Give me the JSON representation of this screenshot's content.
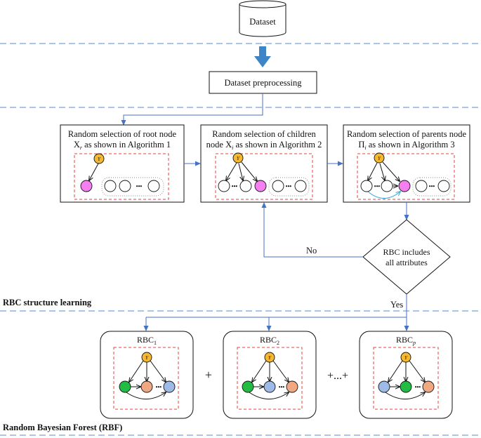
{
  "dataset": {
    "label": "Dataset"
  },
  "preprocessing": {
    "label": "Dataset preprocessing"
  },
  "steps": [
    {
      "line1": "Random selection of root node",
      "line2_sym": "X",
      "line2_sub": "r",
      "line2_rest": " as shown in Algorithm 1"
    },
    {
      "line1": "Random selection of children",
      "line2_pre": "node ",
      "line2_sym": "X",
      "line2_sub": "i",
      "line2_rest": " as shown in Algorithm 2"
    },
    {
      "line1": "Random selection of parents node",
      "line2_sym": "Π",
      "line2_sub": "i",
      "line2_rest": " as shown in Algorithm 3"
    }
  ],
  "decision": {
    "line1": "RBC includes",
    "line2": "all attributes",
    "no_label": "No",
    "yes_label": "Yes"
  },
  "node_label": "Y",
  "ellipsis": "•••",
  "sections": {
    "structure_learning": "RBC structure learning",
    "forest": "Random Bayesian Forest (RBF)"
  },
  "forest": {
    "classifiers": [
      {
        "base": "RBC",
        "sub": "1"
      },
      {
        "base": "RBC",
        "sub": "2"
      },
      {
        "base": "RBC",
        "sub": "p"
      }
    ],
    "plus": "+",
    "plus_dots": "+...+"
  },
  "colors": {
    "dashed_separator": "#7aa0d8",
    "flow_line": "#4472c4",
    "big_arrow": "#3d85c6",
    "red_dashed": "#e8413c",
    "node_yellow": "#f5b82e",
    "node_pink": "#f57ef0",
    "node_green": "#22bb44",
    "node_orange": "#f0a883",
    "node_blue": "#9dbbe6",
    "curve_teal": "#3aaad0"
  }
}
